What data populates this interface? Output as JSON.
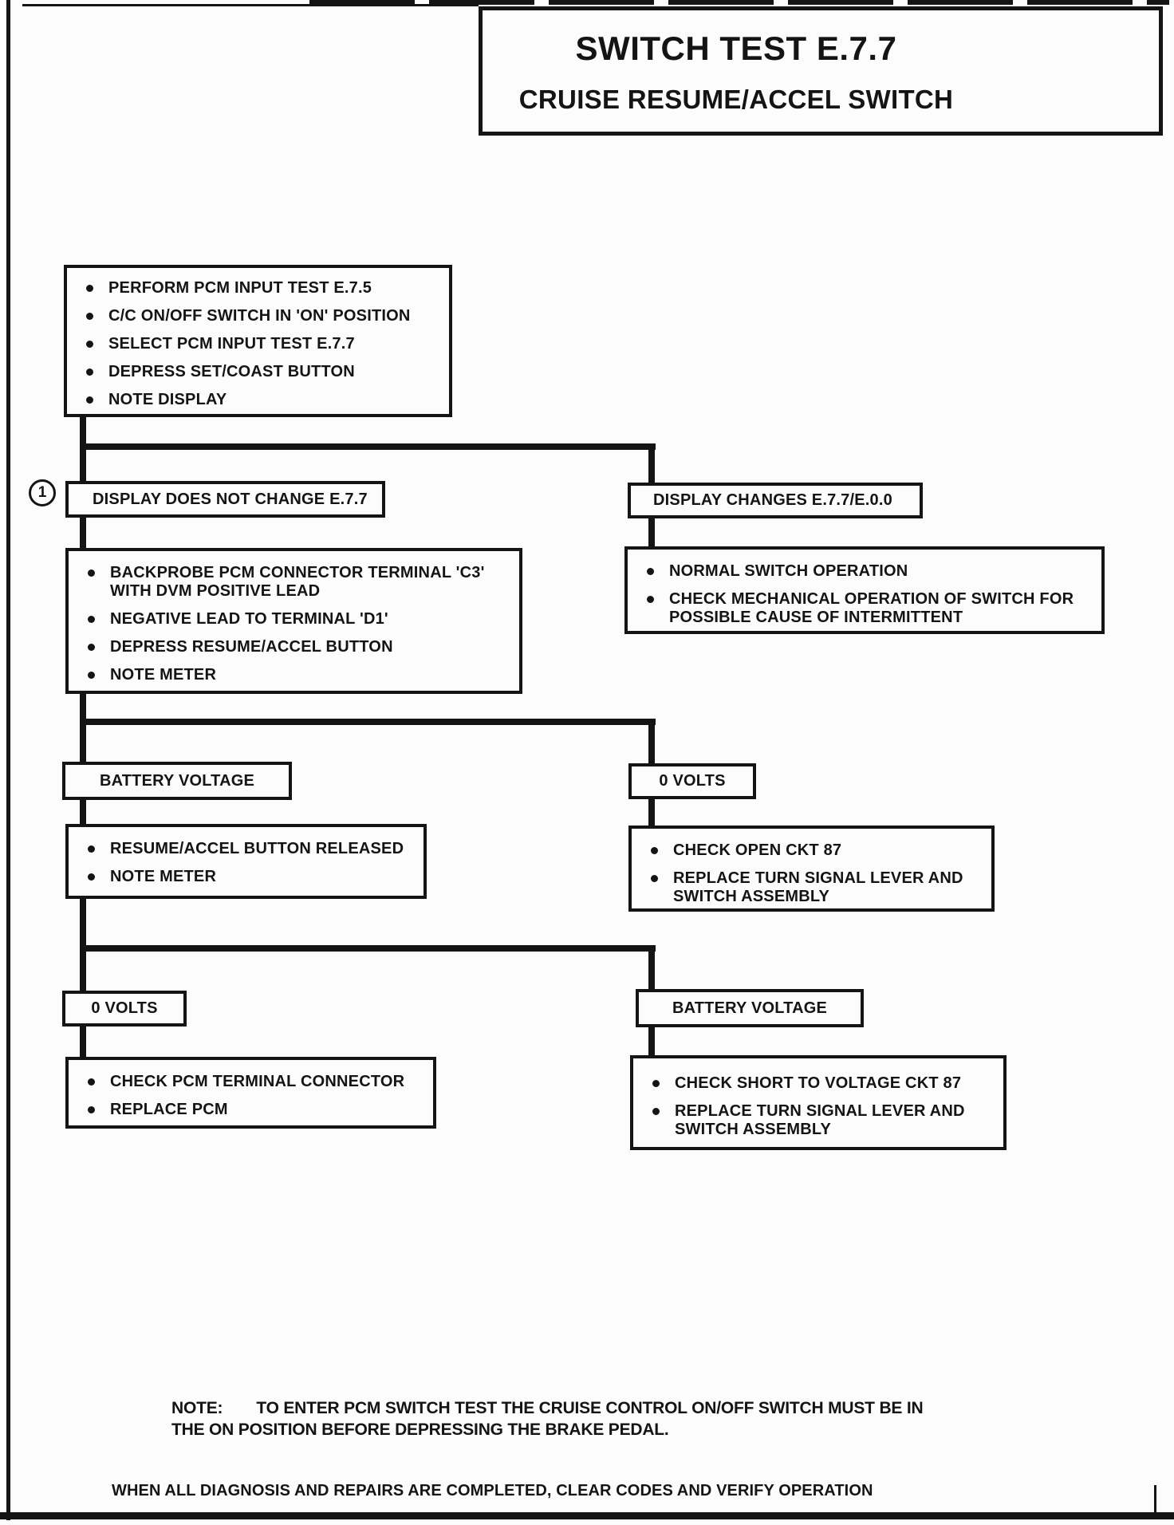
{
  "header": {
    "title": "SWITCH TEST E.7.7",
    "subtitle": "CRUISE RESUME/ACCEL SWITCH"
  },
  "flowchart": {
    "marker": "1",
    "start": {
      "items": [
        "PERFORM PCM INPUT TEST E.7.5",
        "C/C ON/OFF SWITCH IN 'ON' POSITION",
        "SELECT PCM INPUT TEST E.7.7",
        "DEPRESS SET/COAST BUTTON",
        "NOTE DISPLAY"
      ]
    },
    "split1": {
      "left_label": "DISPLAY DOES NOT CHANGE E.7.7",
      "right_label": "DISPLAY CHANGES E.7.7/E.0.0"
    },
    "step2": {
      "left_items": [
        "BACKPROBE PCM CONNECTOR TERMINAL 'C3' WITH DVM POSITIVE LEAD",
        "NEGATIVE LEAD TO TERMINAL 'D1'",
        "DEPRESS RESUME/ACCEL BUTTON",
        "NOTE METER"
      ],
      "right_items": [
        "NORMAL SWITCH OPERATION",
        "CHECK MECHANICAL OPERATION OF SWITCH FOR POSSIBLE CAUSE OF INTERMITTENT"
      ]
    },
    "split2": {
      "left_label": "BATTERY VOLTAGE",
      "right_label": "0 VOLTS"
    },
    "step3": {
      "left_items": [
        "RESUME/ACCEL BUTTON RELEASED",
        "NOTE METER"
      ],
      "right_items": [
        "CHECK OPEN CKT 87",
        "REPLACE TURN SIGNAL LEVER AND SWITCH ASSEMBLY"
      ]
    },
    "split3": {
      "left_label": "0 VOLTS",
      "right_label": "BATTERY VOLTAGE"
    },
    "step4": {
      "left_items": [
        "CHECK PCM TERMINAL CONNECTOR",
        "REPLACE PCM"
      ],
      "right_items": [
        "CHECK SHORT TO VOLTAGE CKT 87",
        "REPLACE TURN SIGNAL LEVER AND SWITCH ASSEMBLY"
      ]
    }
  },
  "note": {
    "label": "NOTE:",
    "line1": "TO ENTER PCM SWITCH TEST THE CRUISE CONTROL ON/OFF SWITCH MUST BE IN",
    "line2": "THE ON POSITION BEFORE DEPRESSING THE BRAKE PEDAL."
  },
  "footer": "WHEN ALL DIAGNOSIS AND REPAIRS ARE COMPLETED, CLEAR CODES AND VERIFY OPERATION",
  "icons": {
    "bullet": "filled-circle",
    "marker": "circled-number"
  },
  "colors": {
    "ink": "#141414",
    "paper": "#fcfcfc"
  }
}
